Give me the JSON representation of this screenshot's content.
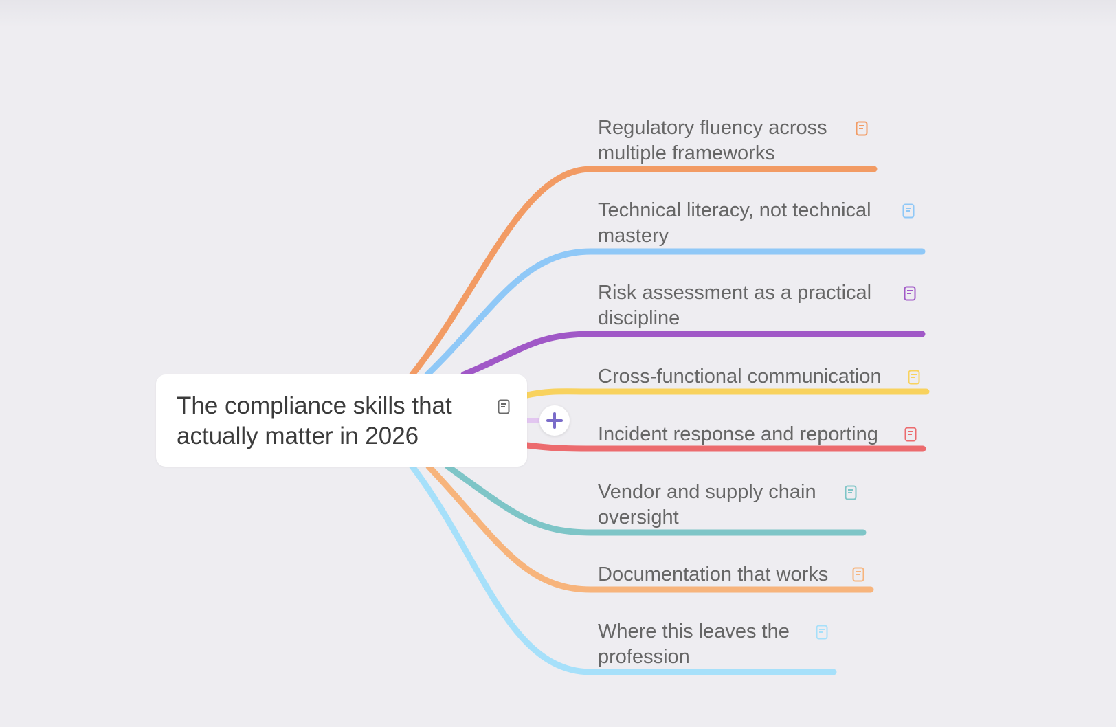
{
  "root": {
    "title": "The compliance skills that actually matter in 2026",
    "note_icon": "note-icon",
    "add_button_icon": "plus-icon"
  },
  "topics": [
    {
      "label": "Regulatory fluency across multiple frameworks",
      "color": "#f29b64",
      "icon": "note-icon"
    },
    {
      "label": "Technical literacy, not technical mastery",
      "color": "#8fc8f7",
      "icon": "note-icon"
    },
    {
      "label": "Risk assessment as a practical discipline",
      "color": "#a058c7",
      "icon": "note-icon"
    },
    {
      "label": "Cross-functional communication",
      "color": "#f8d25e",
      "icon": "note-icon"
    },
    {
      "label": "Incident response and reporting",
      "color": "#ec6b6e",
      "icon": "note-icon"
    },
    {
      "label": "Vendor and supply chain oversight",
      "color": "#7ec5c7",
      "icon": "note-icon"
    },
    {
      "label": "Documentation that works",
      "color": "#f7b47c",
      "icon": "note-icon"
    },
    {
      "label": "Where this leaves the profession",
      "color": "#a6e0fa",
      "icon": "note-icon"
    }
  ],
  "colors": {
    "background": "#eeedf1",
    "root_card": "#ffffff",
    "root_text": "#3b3b3b",
    "topic_text": "#666666",
    "add_button": "#7a6cc9"
  }
}
